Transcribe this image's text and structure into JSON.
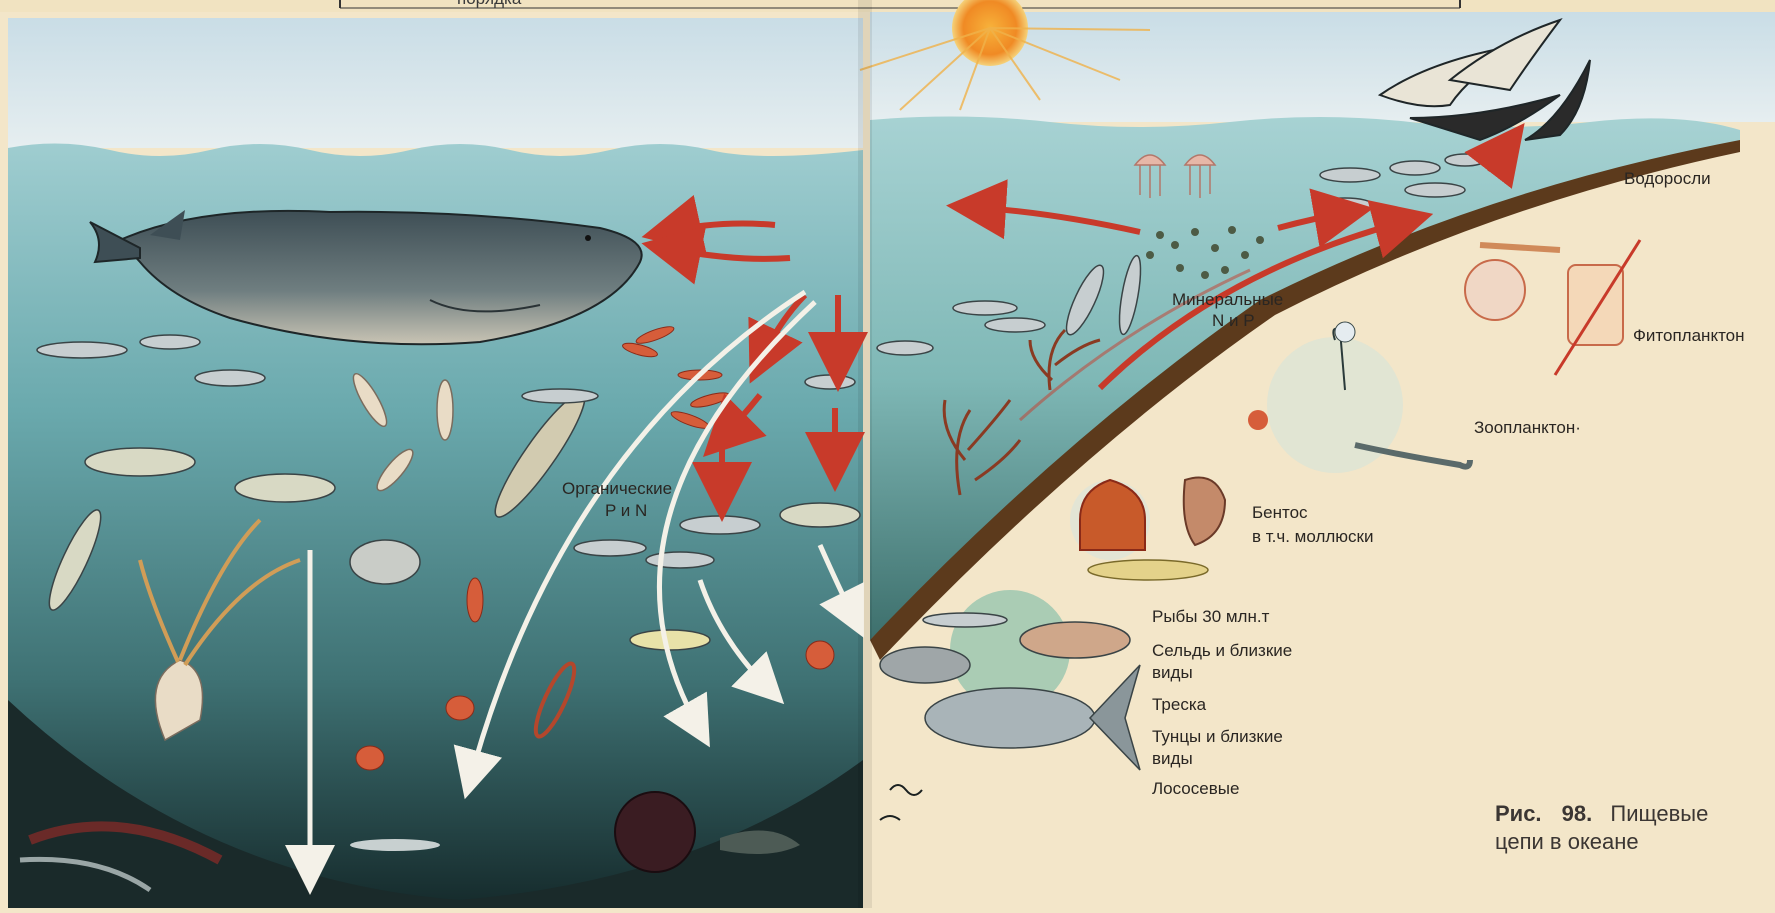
{
  "top_text": "порядка",
  "labels": {
    "organic_1": "Органические",
    "organic_2": "P и N",
    "mineral_1": "Минеральные",
    "mineral_2": "N и P",
    "algae": "Водоросли",
    "phytoplankton": "Фитопланктон",
    "zooplankton": "Зоопланктон·",
    "benthos_1": "Бентос",
    "benthos_2": "в т.ч. моллюски",
    "fish": "Рыбы 30 млн.т",
    "herring_1": "Сельдь и близкие",
    "herring_2": "виды",
    "cod": "Треска",
    "tuna_1": "Тунцы и близкие",
    "tuna_2": "виды",
    "salmon": "Лососевые"
  },
  "caption": {
    "prefix": "Рис.",
    "number": "98.",
    "title_1": "Пищевые",
    "title_2": "цепи в океане"
  },
  "colors": {
    "paper": "#f3e6c9",
    "sky": "#d7e6ec",
    "sea_surface": "#8fc2c8",
    "sea_mid": "#5a9ea3",
    "sea_deep": "#1f3b3c",
    "arrow_red": "#c83a2a",
    "arrow_white": "#f4f1e8",
    "seabed": "#5c3a1c"
  }
}
